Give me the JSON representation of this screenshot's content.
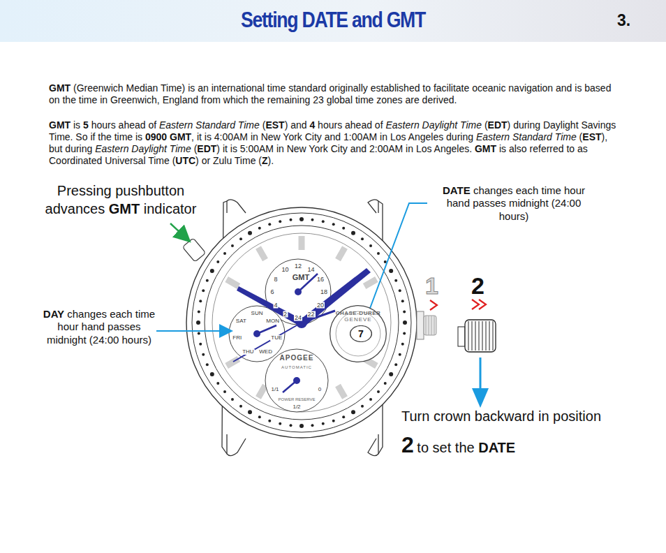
{
  "diagram": {
    "title": "Setting DATE and GMT",
    "nodes": [
      {
        "text": [
          "GMT"
        ]
      },
      {
        "text": [
          "CHASE-DURER",
          "GENEVE"
        ]
      },
      {
        "text": [
          "7"
        ],
        "in": 1
      }
    ],
    "labels": [
      "3.",
      "GMT",
      " (Greenwich Median Time) is an international time standard originally established to facilitate oceanic navigation and is based on the time in Greenwich, England from which the remaining 23 global time zones are derived.",
      "GMT",
      " is ",
      "5",
      " hours ahead of ",
      "Eastern Standard Time",
      " (",
      "EST",
      ") and ",
      "4",
      " hours ahead of ",
      "Eastern Daylight Time",
      " (",
      "EDT",
      ") during Daylight Savings Time. So if the time is ",
      "0900 GMT",
      ", it is 4:00AM in New York City and 1:00AM in Los Angeles during ",
      "Eastern Standard Time",
      " (",
      "EST",
      "), but during ",
      "Eastern Daylight Time",
      " (",
      "EDT",
      ") it is 5:00AM in New York City and 2:00AM in Los Angeles. ",
      "GMT",
      " is also referred to as Coordinated Universal Time (",
      "UTC",
      ") or Zulu Time (",
      "Z",
      ").",
      "Pressing pushbutton advances ",
      "GMT",
      " indicator",
      "DATE",
      " changes each time hour hand passes midnight (24:00 hours)",
      "DAY",
      " changes each time hour hand passes midnight (24:00 hours)",
      "Turn crown backward in position ",
      "2",
      " to set the ",
      "DATE",
      "1",
      "2",
      "2",
      "4",
      "6",
      "8",
      "10",
      "12",
      "14",
      "16",
      "18",
      "20",
      "22",
      "24",
      "SUN",
      "MON",
      "TUE",
      "WED",
      "THU",
      "FRI",
      "SAT",
      "APOGEE",
      "AUTOMATIC",
      "POWER RESERVE",
      "1/1",
      "1/2",
      "0"
    ]
  }
}
